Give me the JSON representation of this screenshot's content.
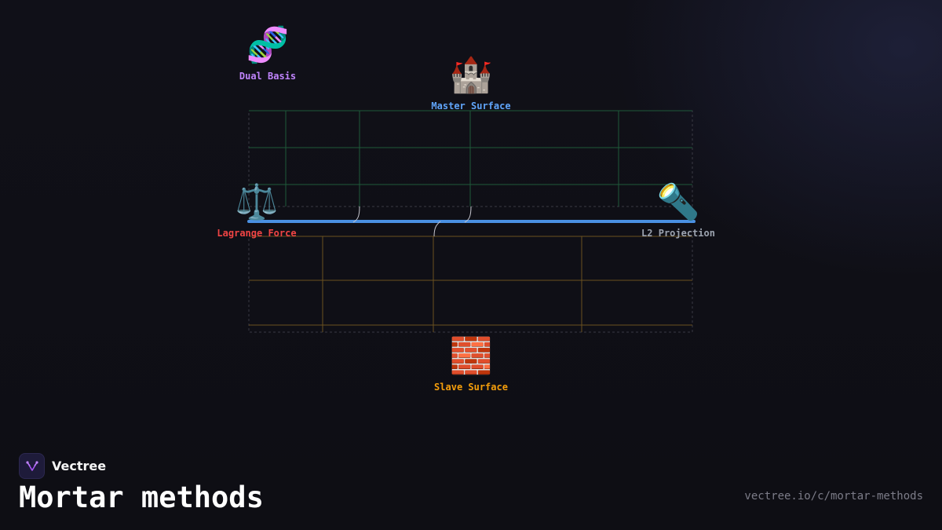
{
  "diagram": {
    "nodes": {
      "dual_basis": {
        "label": "Dual Basis",
        "icon": "dna-icon",
        "glyph": "🧬",
        "color": "#c084fc"
      },
      "master_surface": {
        "label": "Master Surface",
        "icon": "castle-icon",
        "glyph": "🏰",
        "color": "#60a5fa"
      },
      "lagrange_force": {
        "label": "Lagrange Force",
        "icon": "scales-icon",
        "glyph": "⚖️",
        "color": "#ef4444"
      },
      "l2_projection": {
        "label": "L2 Projection",
        "icon": "flashlight-icon",
        "glyph": "🔦",
        "color": "#9ca3af"
      },
      "slave_surface": {
        "label": "Slave Surface",
        "icon": "brick-icon",
        "glyph": "🧱",
        "color": "#f59e0b"
      }
    },
    "colors": {
      "master_grid": "#1f5a3a",
      "slave_grid": "#6b5220",
      "interface": "#4a90e2"
    }
  },
  "brand": {
    "name": "Vectree",
    "logo_icon": "vectree-logo-icon"
  },
  "title": "Mortar methods",
  "url": "vectree.io/c/mortar-methods"
}
